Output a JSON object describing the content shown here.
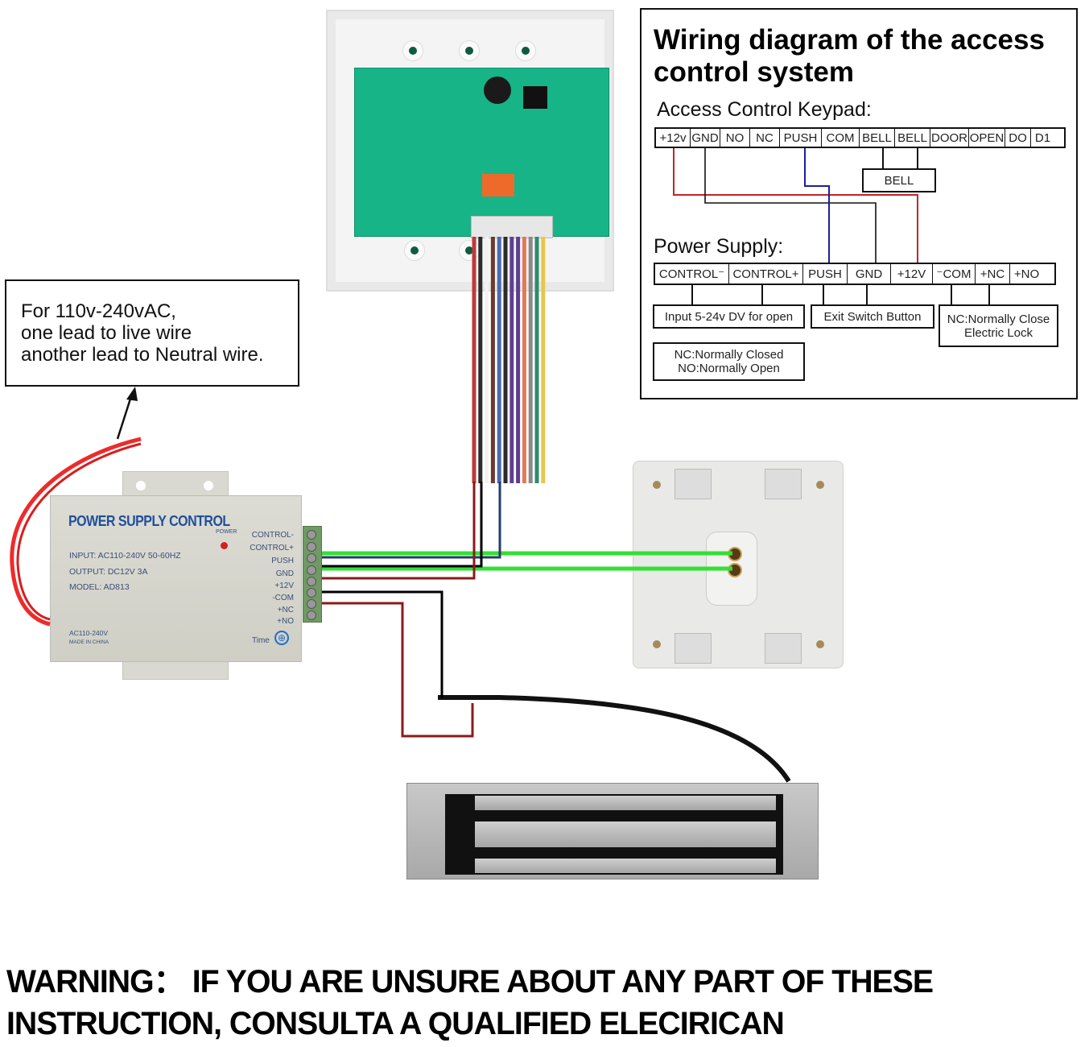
{
  "schematic": {
    "title": "Wiring diagram of the access control system",
    "keypad_label": "Access Control Keypad:",
    "keypad_terminals": [
      "+12v",
      "GND",
      "NO",
      "NC",
      "PUSH",
      "COM",
      "BELL",
      "BELL",
      "DOOR",
      "OPEN",
      "DO",
      "D1"
    ],
    "bell_label": "BELL",
    "psu_label": "Power Supply:",
    "psu_terminals": [
      "CONTROL⁻",
      "CONTROL+",
      "PUSH",
      "GND",
      "+12V",
      "⁻COM",
      "+NC",
      "+NO"
    ],
    "notes": {
      "control": "Input 5-24v  DV for open",
      "exit": "Exit Switch Button",
      "lock_line1": "NC:Normally Close",
      "lock_line2": "Electric Lock",
      "legend_line1": "NC:Normally Closed",
      "legend_line2": "NO:Normally Open"
    },
    "wires": [
      {
        "from": "keypad.+12v",
        "to": "psu.+12V",
        "color": "#c0262a"
      },
      {
        "from": "keypad.GND",
        "to": "psu.GND",
        "color": "#111111"
      },
      {
        "from": "keypad.PUSH",
        "to": "psu.PUSH",
        "color": "#1b1f9e"
      },
      {
        "from": "keypad.BELL",
        "to": "bell",
        "color": "#111111"
      }
    ]
  },
  "ac_callout": {
    "line1": "For 110v-240vAC,",
    "line2": "one lead to live wire",
    "line3": "another lead to Neutral wire."
  },
  "power_supply": {
    "brand": "POWER SUPPLY CONTROL",
    "input": "INPUT: AC110-240V 50-60HZ",
    "output": "OUTPUT: DC12V  3A",
    "model": "MODEL: AD813",
    "power_led_label": "POWER",
    "ac_rating": "AC110-240V",
    "made_in": "MADE IN CHINA",
    "time_label": "Time",
    "terminals": [
      "CONTROL-",
      "CONTROL+",
      "PUSH",
      "GND",
      "+12V",
      "-COM",
      "+NC",
      "+NO"
    ],
    "colors": {
      "brand": "#1f4f9c",
      "led": "#d42020"
    }
  },
  "keypad_board": {
    "ribbon_colors": [
      "#c0393b",
      "#2b2b2b",
      "#f2f2f2",
      "#6b3a2e",
      "#4a6bb0",
      "#2b2b2b",
      "#5e3f8f",
      "#5e3f8f",
      "#e07a55",
      "#8a8a8a",
      "#2f8a6e",
      "#e9c64a"
    ]
  },
  "connection_colors": {
    "exit_switch": "#33e033",
    "positive": "#8b1a1a",
    "negative": "#000000",
    "push": "#243d6b"
  },
  "warning": {
    "line1": "WARNING：  IF YOU ARE UNSURE ABOUT ANY PART OF THESE",
    "line2": "INSTRUCTION, CONSULTA A QUALIFIED ELECIRICAN"
  }
}
